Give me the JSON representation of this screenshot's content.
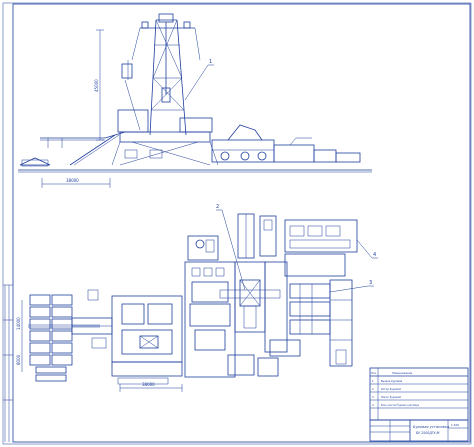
{
  "dimensions": {
    "rig_height": "45000",
    "side_base": "38000",
    "plan_width_1": "14000",
    "plan_width_2": "8000",
    "plan_length": "38000"
  },
  "callouts": [
    "1",
    "2",
    "3",
    "4"
  ],
  "spec_table": {
    "header_no": "Поз.",
    "header_name": "Наименование",
    "rows": [
      {
        "no": "1",
        "name": "Вышка буровая"
      },
      {
        "no": "2",
        "name": "Ротор буровой"
      },
      {
        "no": "3",
        "name": "Насос буровой"
      },
      {
        "no": "4",
        "name": "Блок очистки бурового раствора"
      }
    ]
  },
  "title_block": {
    "title_line1": "Буровая установка",
    "title_line2": "БУ 2500ДГУ-М",
    "sheet": "1:100"
  },
  "colors": {
    "ink": "#1f3f9e",
    "paper": "#ffffff"
  }
}
